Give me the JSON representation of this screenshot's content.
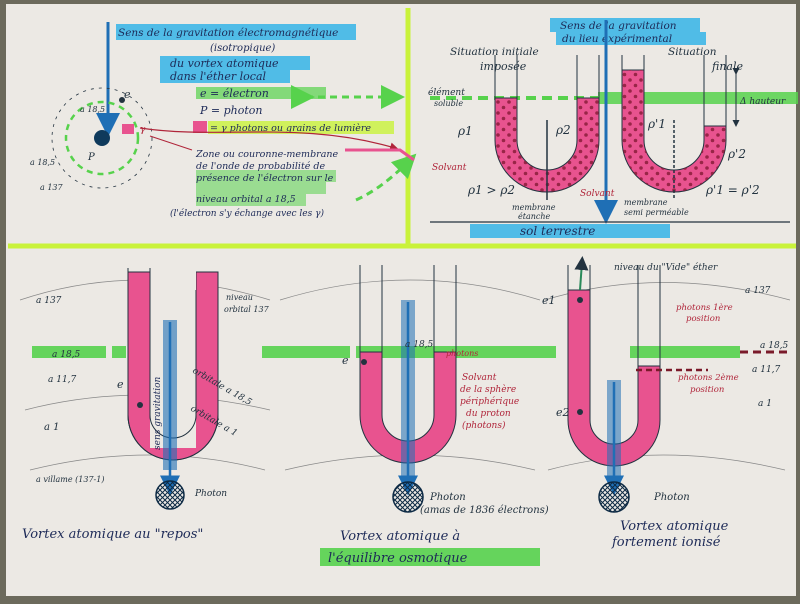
{
  "colors": {
    "paper": "#ece9e4",
    "pink": "#e8538f",
    "pink_dots": "#8a1d3a",
    "cyan": "#35b4e8",
    "green": "#57d24c",
    "yellow_green": "#c9f23a",
    "blue_arrow": "#1f6fb5",
    "dark_ink": "#22323f",
    "red_ink": "#b0253a",
    "brown": "#7a3a2a"
  },
  "top_left": {
    "banner_line1": "Sens de la gravitation électromagnétique",
    "banner_line2": "(isotropique)",
    "banner_line3": "du vortex atomique",
    "banner_line4": "dans l'éther local",
    "legend_e": "e = électron",
    "legend_p": "P = photon",
    "legend_g": "= γ photons ou grains de lumière",
    "zone_line1": "Zone ou couronne-membrane",
    "zone_line2": "de l'onde de probabilité de",
    "zone_line3": "présence de l'électron sur le",
    "zone_line4": "niveau orbital a 18,5",
    "zone_line5": "(l'électron s'y échange avec les γ)",
    "label_a185_top": "a 18,5",
    "label_a185_left": "a 18,5",
    "label_a137": "a 137",
    "label_e": "e",
    "label_p": "P",
    "label_g": "γ"
  },
  "top_right": {
    "banner_line1": "Sens de la gravitation",
    "banner_line2": "du lieu expérimental",
    "title_initial_1": "Situation initiale",
    "title_initial_2": "imposée",
    "title_final_1": "Situation",
    "title_final_2": "finale",
    "label_element_soluble_1": "élément",
    "label_element_soluble_2": "soluble",
    "label_rho1": "ρ1",
    "label_rho2": "ρ2",
    "label_rho1p": "ρ'1",
    "label_rho2p": "ρ'2",
    "label_solvent_left": "Solvant",
    "label_solvent_mid": "Solvant",
    "label_membrane_etanche_1": "membrane",
    "label_membrane_etanche_2": "étanche",
    "label_membrane_semi_1": "membrane",
    "label_membrane_semi_2": "semi perméable",
    "label_rho_ineq": "ρ1 > ρ2",
    "label_rho_eq": "ρ'1 = ρ'2",
    "label_delta": "Δ hauteur",
    "sol_label": "sol terrestre"
  },
  "bottom": {
    "left": {
      "label_a137": "a 137",
      "label_a185": "a 18,5",
      "label_a117": "a 11,7",
      "label_a1": "a 1",
      "label_a_villame": "a villame (137-1)",
      "label_niveau_1": "niveau",
      "label_niveau_2": "orbital 137",
      "label_orbitale_185": "orbitale a 18,5",
      "label_orbitale_1": "orbitale a 1",
      "label_sens_gravitation": "sens gravitation",
      "label_e": "e",
      "label_photon": "Photon",
      "caption": "Vortex atomique au \"repos\""
    },
    "middle": {
      "label_185": "a 18,5",
      "label_photons": "photons",
      "label_e": "e",
      "solvant_1": "Solvant",
      "solvant_2": "de la sphère",
      "solvant_3": "périphérique",
      "solvant_4": "du proton",
      "solvant_5": "(photons)",
      "label_photon": "Photon",
      "label_amas": "(amas de 1836 électrons)",
      "caption_1": "Vortex atomique à",
      "caption_2": "l'équilibre osmotique"
    },
    "right": {
      "label_niveau_vide": "niveau du \"Vide\" éther",
      "label_a137": "a 137",
      "label_photons_1": "photons 1ère",
      "label_photons_1b": "position",
      "label_photons_2": "photons 2ème",
      "label_photons_2b": "position",
      "label_a185": "a 18,5",
      "label_a117": "a 11,7",
      "label_a1": "a 1",
      "label_e1": "e1",
      "label_e2": "e2",
      "label_photon": "Photon",
      "caption_1": "Vortex atomique",
      "caption_2": "fortement ionisé"
    }
  }
}
